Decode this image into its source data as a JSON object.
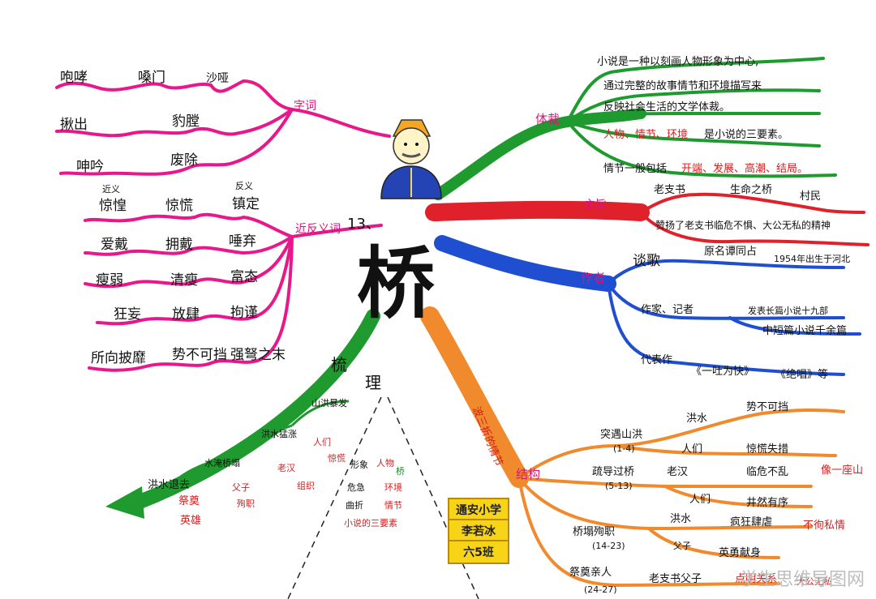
{
  "lesson_number": "13、",
  "title": "桥",
  "branch_labels": {
    "ci": "字词",
    "jin_fan": "近反义词",
    "ti_cai": "体裁",
    "zhu_zhi": "主旨",
    "zuo_zhe": "作者",
    "jie_gou": "结构",
    "sequence": "波三折的情节",
    "shu_li": "梳",
    "shu_li2": "理"
  },
  "words": {
    "row1": [
      "咆哮",
      "嗓门",
      "沙哑"
    ],
    "row2": [
      "揪出",
      "豹膛"
    ],
    "row3": [
      "呻吟",
      "废除"
    ]
  },
  "synonyms": {
    "near_label": "近义",
    "far_label": "反义",
    "pairs": [
      [
        "惊惶",
        "惊慌",
        "镇定"
      ],
      [
        "爱戴",
        "拥戴",
        "唾弃"
      ],
      [
        "瘦弱",
        "清瘦",
        "富态"
      ],
      [
        "狂妄",
        "放肆",
        "拘谨"
      ],
      [
        "所向披靡",
        "势不可挡",
        "强弩之末"
      ]
    ]
  },
  "genre": {
    "line1": "小说是一种以刻画人物形象为中心,",
    "line2": "通过完整的故事情节和环境描写来",
    "line3": "反映社会生活的文学体裁。",
    "line4_red": "人物、情节、环境",
    "line4_rest": "是小说的三要素。",
    "line5_prefix": "情节一般包括",
    "line5_red": "开端、发展、高潮、结局。"
  },
  "theme": {
    "a": "老支书",
    "b": "生命之桥",
    "c": "村民",
    "main": "赞扬了老支书临危不惧、大公无私的精神"
  },
  "author": {
    "name": "谈歌",
    "orig": "原名谭同占",
    "born": "1954年出生于河北",
    "job": "作家、记者",
    "works1": "发表长篇小说十九部",
    "works2": "中短篇小说千余篇",
    "rep_label": "代表作",
    "rep1": "《一吐为快》",
    "rep2": "《绝唱》等"
  },
  "structure": {
    "s1": "突遇山洪",
    "s1_range": "(1-4)",
    "s1_a": "洪水",
    "s1_a2": "势不可挡",
    "s1_b": "人们",
    "s1_b2": "惊慌失措",
    "s2": "疏导过桥",
    "s2_range": "(5-13)",
    "s2_a": "老汉",
    "s2_a2": "临危不乱",
    "s2_a3": "像一座山",
    "s2_b": "人们",
    "s2_b2": "井然有序",
    "s3": "桥塌殉职",
    "s3_range": "(14-23)",
    "s3_a": "洪水",
    "s3_a2": "疯狂肆虐",
    "s3_a3": "不徇私情",
    "s3_b": "父子",
    "s3_b2": "英勇献身",
    "s4": "祭奠亲人",
    "s4_range": "(24-27)",
    "s4_a": "老支书父子",
    "s4_a2": "点明关系",
    "s4_a3": "大公无私"
  },
  "combing": {
    "flow": [
      "山洪暴发",
      "洪水猛涨",
      "水淹桥塌",
      "洪水退去"
    ],
    "people": "人们",
    "panic": "惊慌",
    "oldman": "老汉",
    "organize": "组织",
    "fatherson": "父子",
    "sacrifice": "殉职",
    "ritual": "祭奠",
    "hero": "英雄",
    "form_label": "形象",
    "form_val": "人物",
    "env_label": "危急",
    "env_val": "环境",
    "twist_label": "曲折",
    "twist_val": "情节",
    "three": "小说的三要素",
    "bridge_tag": "桥"
  },
  "school": {
    "name": "通安小学",
    "student": "李若冰",
    "class": "六5班"
  },
  "watermark": "学生思维导图网",
  "colors": {
    "pink": "#e8188c",
    "green": "#1e9a2e",
    "red": "#e0202a",
    "blue": "#1f4fd0",
    "orange": "#f08a2c",
    "yellow": "#f7d417"
  }
}
